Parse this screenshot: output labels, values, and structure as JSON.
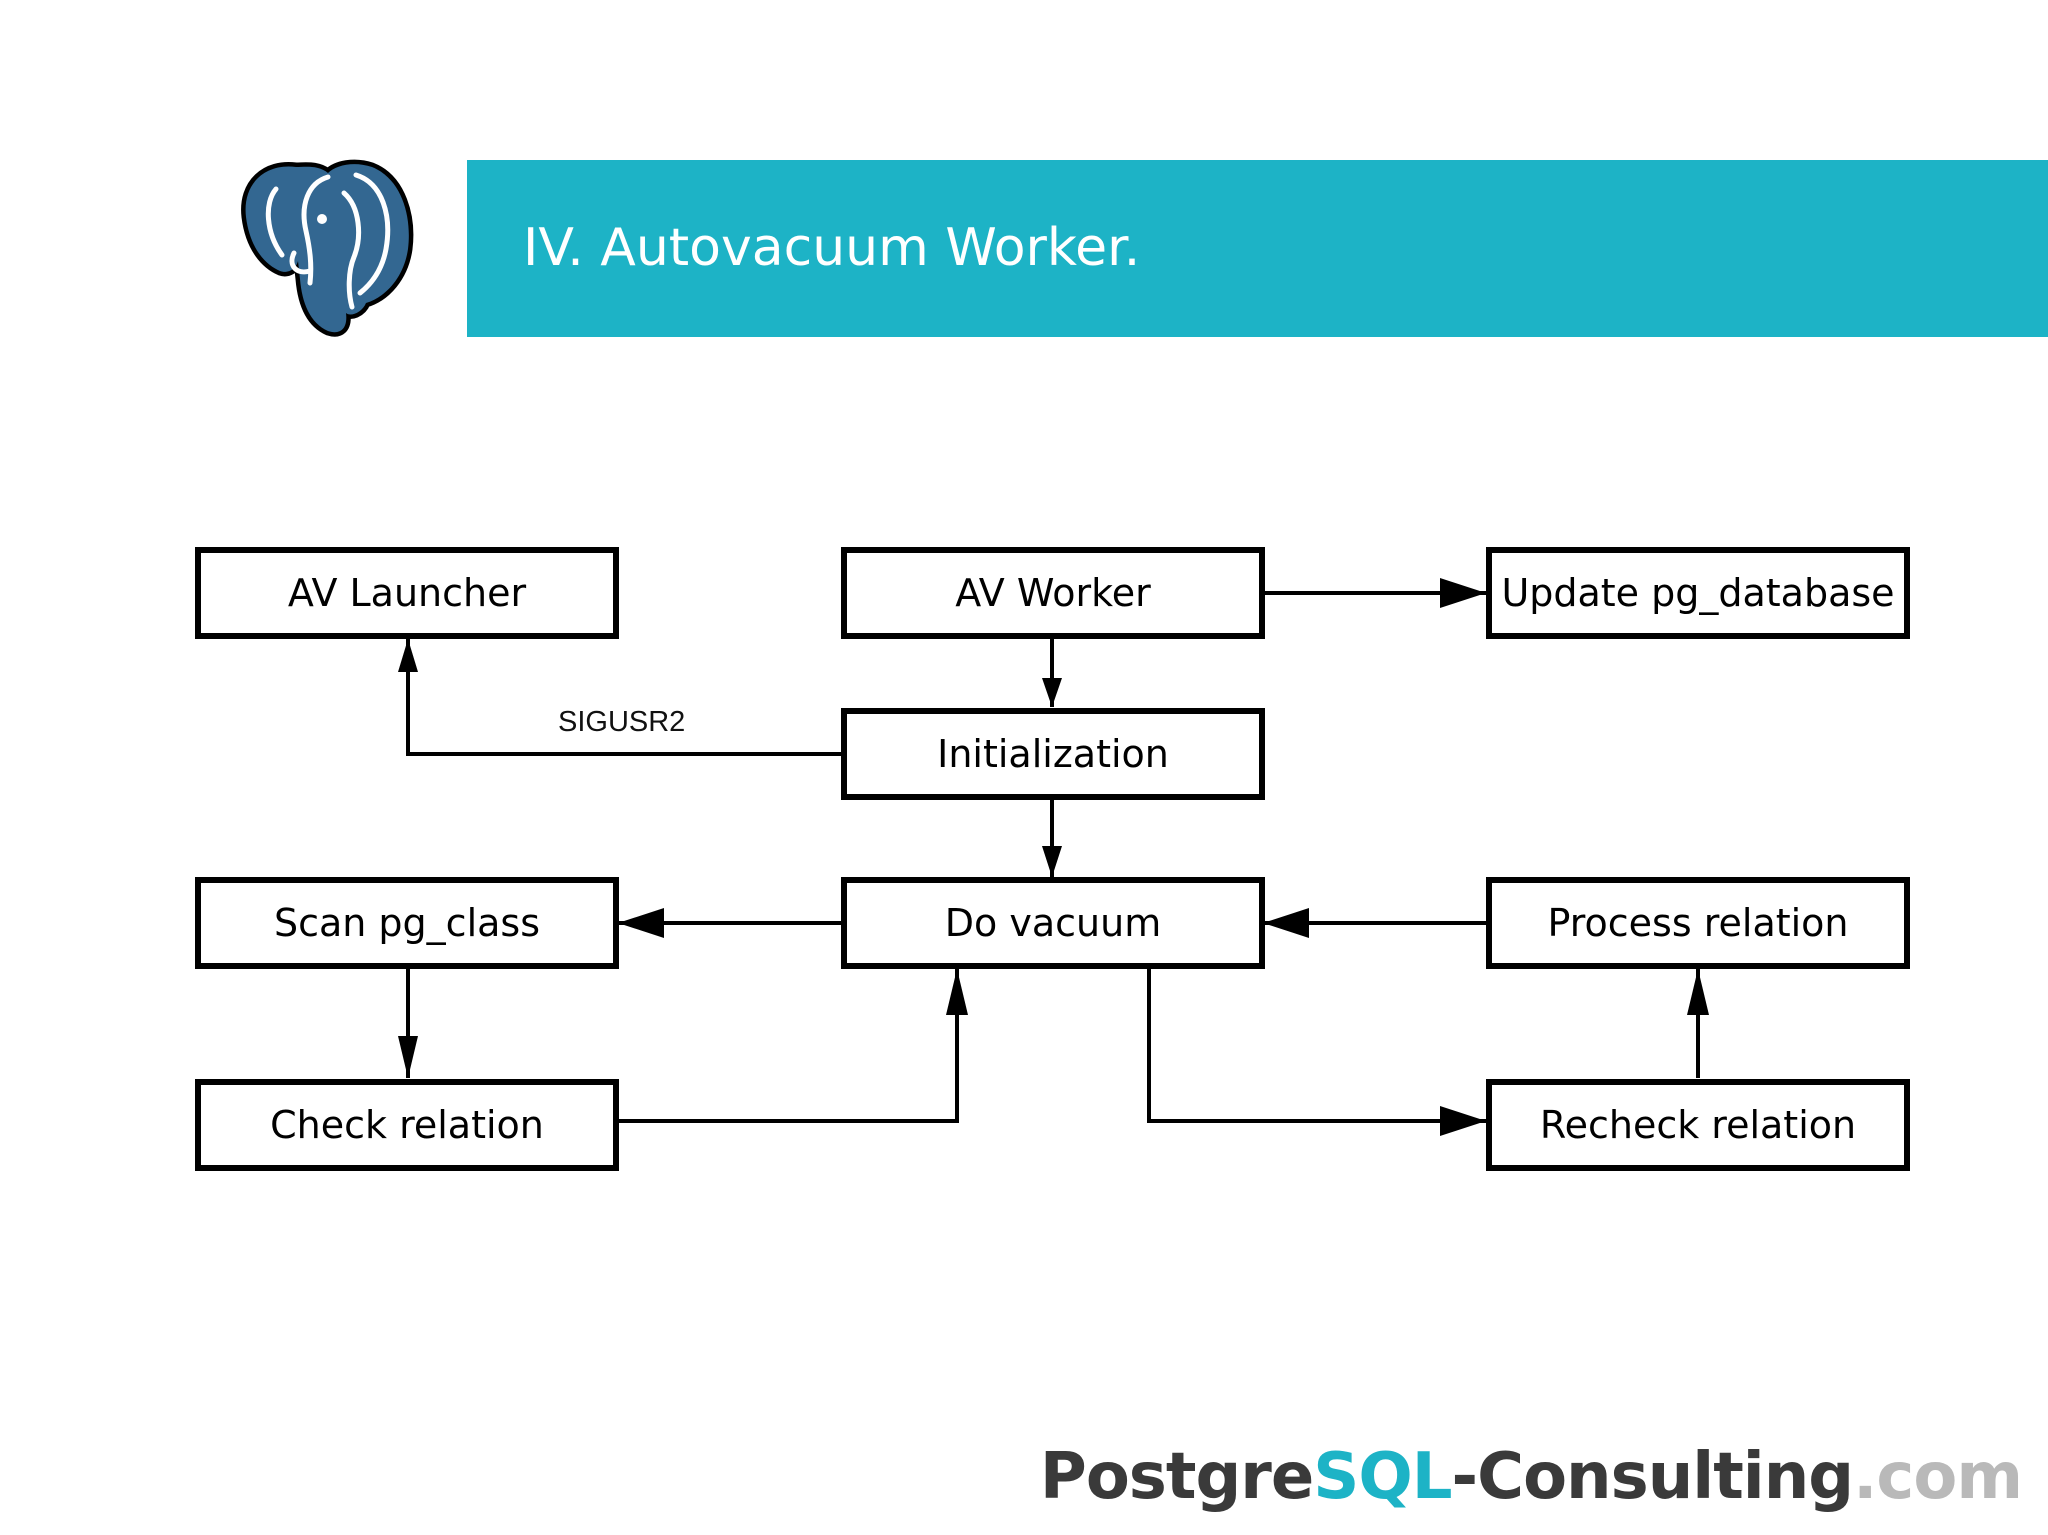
{
  "header": {
    "title": "IV. Autovacuum Worker."
  },
  "diagram": {
    "nodes": {
      "av_launcher": "AV Launcher",
      "av_worker": "AV Worker",
      "update_pg_database": "Update pg_database",
      "initialization": "Initialization",
      "scan_pg_class": "Scan pg_class",
      "do_vacuum": "Do vacuum",
      "process_relation": "Process relation",
      "check_relation": "Check relation",
      "recheck_relation": "Recheck relation"
    },
    "edge_labels": {
      "signal": "SIGUSR2"
    }
  },
  "footer": {
    "brand_part1": "Postgre",
    "brand_part2": "SQL",
    "brand_part3": "-Consulting",
    "brand_part4": ".com"
  },
  "colors": {
    "accent": "#1db3c6",
    "elephant": "#336791"
  }
}
